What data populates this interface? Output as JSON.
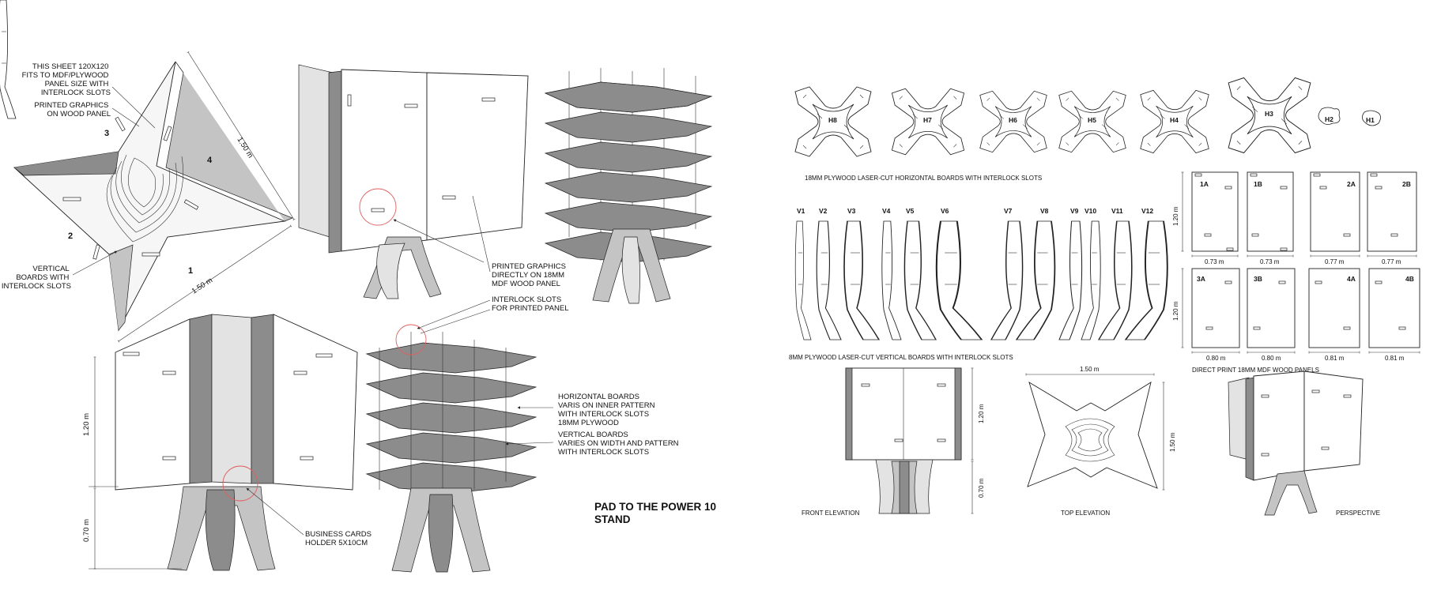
{
  "notes": {
    "sheet": [
      "THIS SHEET 120X120",
      "FITS TO MDF/PLYWOOD",
      "PANEL SIZE WITH",
      "INTERLOCK SLOTS"
    ],
    "printed_graphics": [
      "PRINTED GRAPHICS",
      "ON WOOD PANEL"
    ],
    "vertical_boards": [
      "VERTICAL",
      "BOARDS WITH",
      "INTERLOCK SLOTS"
    ],
    "printed_direct": [
      "PRINTED GRAPHICS",
      "DIRECTLY ON 18MM",
      "MDF WOOD PANEL"
    ],
    "interlock": [
      "INTERLOCK SLOTS",
      "FOR PRINTED PANEL"
    ],
    "horizontal_varies": [
      "HORIZONTAL BOARDS",
      "VARIS ON INNER PATTERN",
      "WITH INTERLOCK SLOTS",
      "18MM PLYWOOD"
    ],
    "vertical_varies": [
      "VERTICAL BOARDS",
      "VARIES ON WIDTH AND PATTERN",
      "WITH INTERLOCK SLOTS"
    ],
    "business_cards": [
      "BUSINESS CARDS",
      "HOLDER 5X10CM"
    ]
  },
  "star_numbers": [
    "1",
    "2",
    "3",
    "4"
  ],
  "dims": {
    "star_edge_a": "1.50 m",
    "star_edge_b": "1.50 m",
    "height_top": "1.20 m",
    "height_base": "0.70 m",
    "front_top": "1.20 m",
    "front_base": "0.70 m",
    "top_width": "1.50 m",
    "top_height": "1.50 m",
    "panel_row1_height": "1.20 m",
    "panel_row2_height": "1.20 m"
  },
  "title": [
    "PAD TO THE POWER 10",
    "STAND"
  ],
  "horizontal_boards": {
    "labels": [
      "H8",
      "H7",
      "H6",
      "H5",
      "H4",
      "H3",
      "H2",
      "H1"
    ],
    "caption": "18MM PLYWOOD LASER-CUT HORIZONTAL BOARDS WITH INTERLOCK SLOTS"
  },
  "vertical_boards": {
    "labels": [
      "V1",
      "V2",
      "V3",
      "V4",
      "V5",
      "V6",
      "V7",
      "V8",
      "V9",
      "V10",
      "V11",
      "V12"
    ],
    "caption": "8MM PLYWOOD LASER-CUT VERTICAL BOARDS WITH INTERLOCK SLOTS"
  },
  "panels": {
    "row1": [
      {
        "label": "1A",
        "width": "0.73 m"
      },
      {
        "label": "1B",
        "width": "0.73 m"
      },
      {
        "label": "2A",
        "width": "0.77 m"
      },
      {
        "label": "2B",
        "width": "0.77 m"
      }
    ],
    "row2": [
      {
        "label": "3A",
        "width": "0.80 m"
      },
      {
        "label": "3B",
        "width": "0.80 m"
      },
      {
        "label": "4A",
        "width": "0.81 m"
      },
      {
        "label": "4B",
        "width": "0.81 m"
      }
    ],
    "caption": "DIRECT PRINT 18MM MDF WOOD PANELS"
  },
  "views": {
    "front": "FRONT ELEVATION",
    "top": "TOP ELEVATION",
    "perspective": "PERSPECTIVE"
  }
}
